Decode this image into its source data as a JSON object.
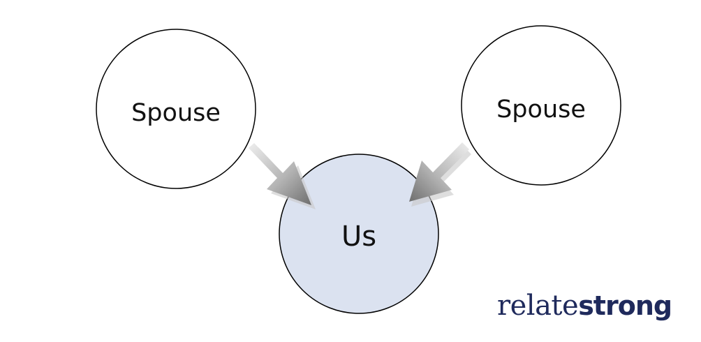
{
  "diagram": {
    "nodes": [
      {
        "id": "spouse-left",
        "label": "Spouse"
      },
      {
        "id": "spouse-right",
        "label": "Spouse"
      },
      {
        "id": "us",
        "label": "Us"
      }
    ],
    "edges": [
      {
        "from": "spouse-left",
        "to": "us"
      },
      {
        "from": "spouse-right",
        "to": "us"
      }
    ]
  },
  "colors": {
    "us_fill": "#dbe2f0",
    "node_stroke": "#000000",
    "arrow_light": "#e6e6e6",
    "arrow_dark": "#7a7a7a",
    "logo": "#1f2a5c"
  },
  "logo": {
    "part1": "relate",
    "part2": "strong"
  }
}
